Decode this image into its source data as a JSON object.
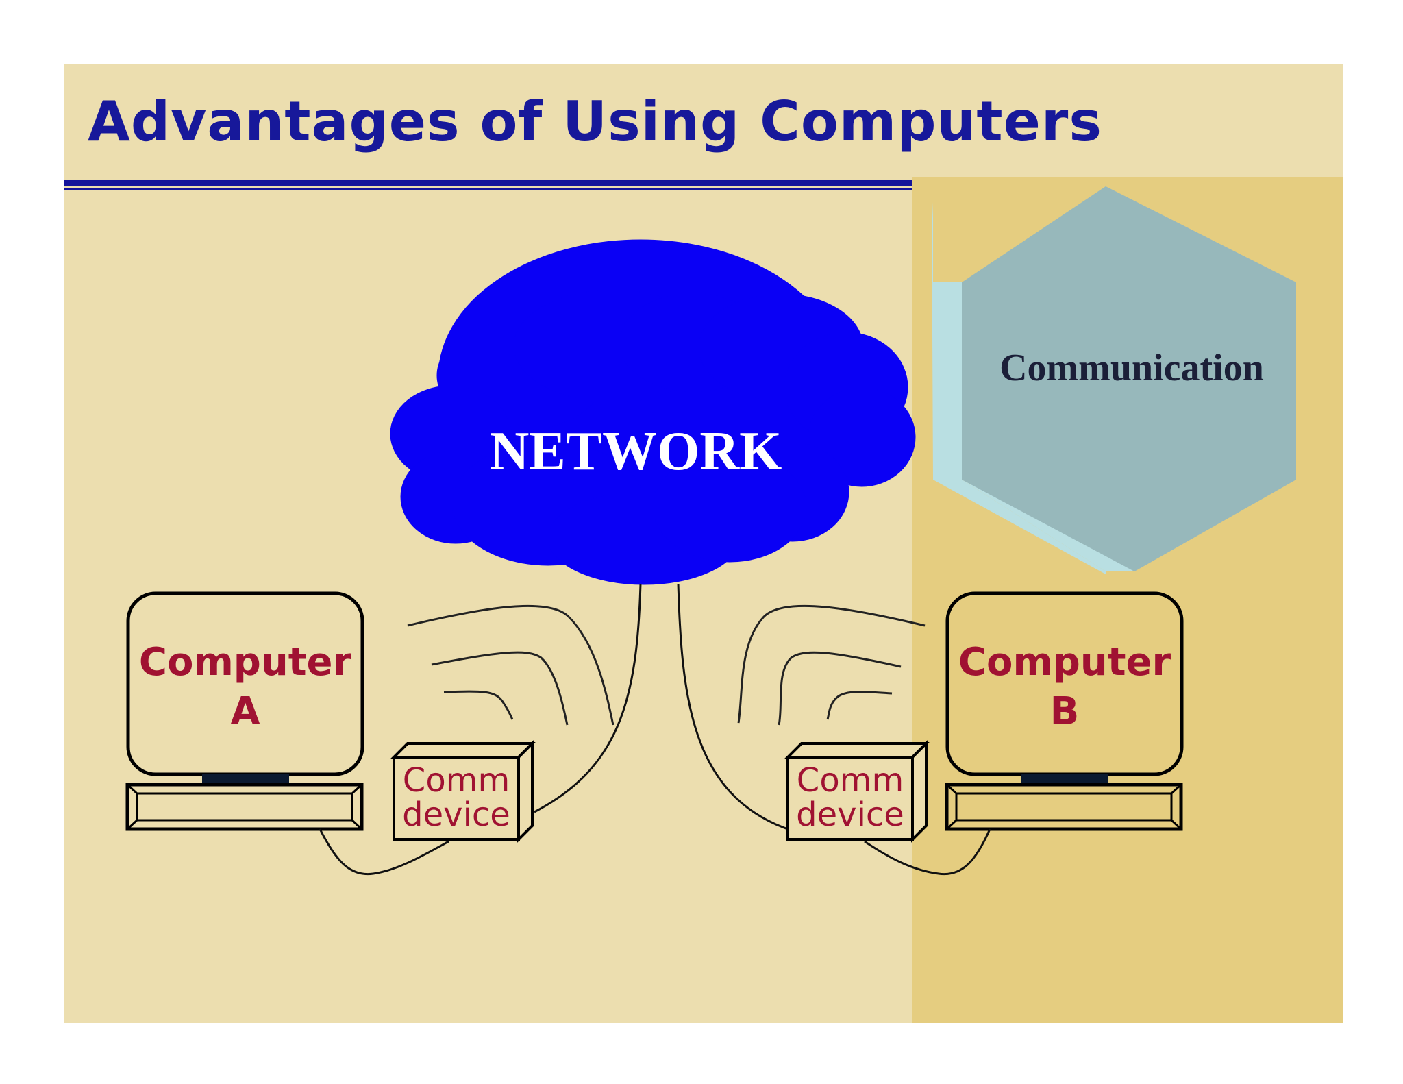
{
  "slide": {
    "title": "Advantages of Using Computers"
  },
  "diagram": {
    "network_label": "NETWORK",
    "hexagon_label": "Communication",
    "computer_a": {
      "line1": "Computer",
      "line2": "A"
    },
    "computer_b": {
      "line1": "Computer",
      "line2": "B"
    },
    "comm_device_a": {
      "line1": "Comm",
      "line2": "device"
    },
    "comm_device_b": {
      "line1": "Comm",
      "line2": "device"
    }
  },
  "colors": {
    "title": "#17189a",
    "slide_background": "#ecdeaf",
    "right_panel": "#e5cd80",
    "cloud": "#0a00f5",
    "hexagon_face": "#97b8bb",
    "hexagon_bevel": "#b9dfe2",
    "computer_label": "#a01232",
    "outline": "#000000"
  }
}
